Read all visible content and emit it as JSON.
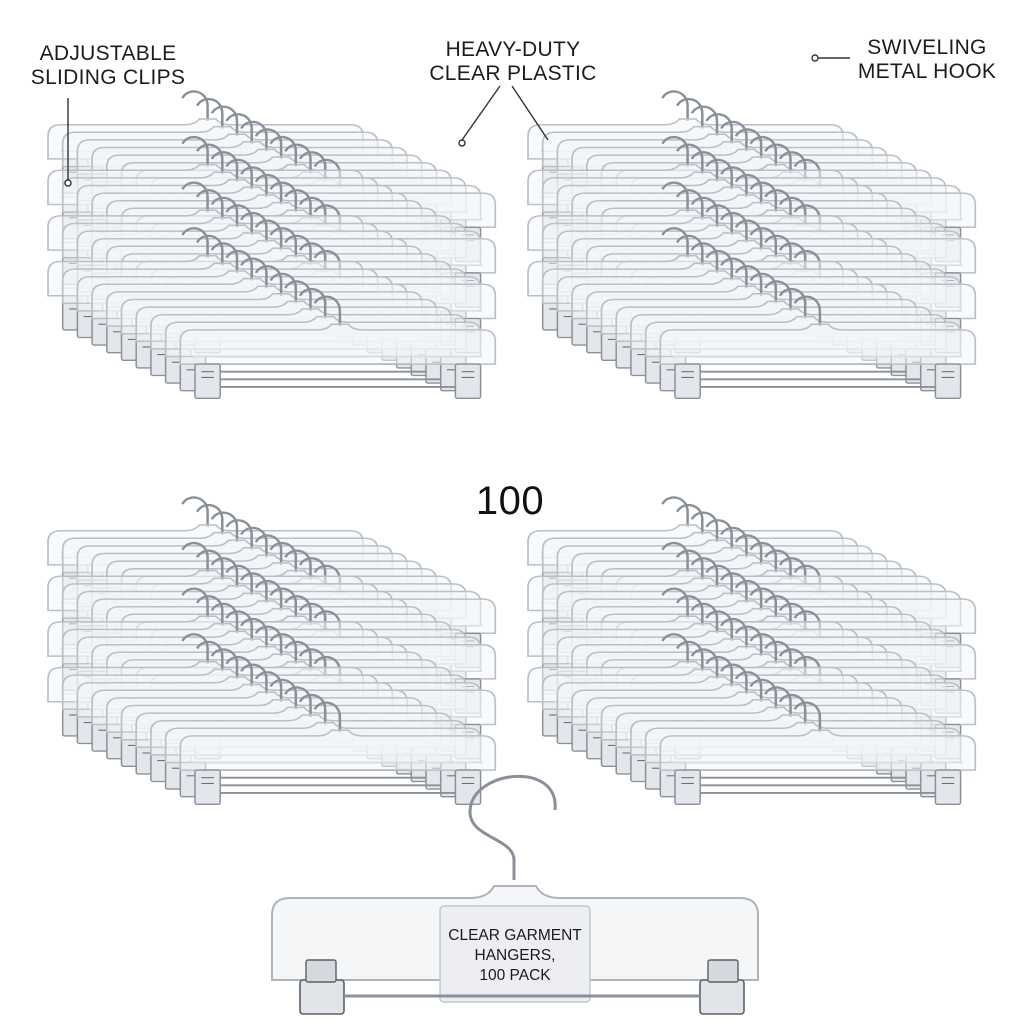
{
  "callouts": {
    "clips": [
      "ADJUSTABLE",
      "SLIDING CLIPS"
    ],
    "plastic": [
      "HEAVY-DUTY",
      "CLEAR PLASTIC"
    ],
    "hook": [
      "SWIVELING",
      "METAL HOOK"
    ]
  },
  "badge": {
    "count": "100"
  },
  "label": {
    "lines": [
      "CLEAR GARMENT",
      "HANGERS,",
      "100 PACK"
    ]
  },
  "colors": {
    "plastic_edge": "#b9bfc6",
    "plastic_fill": "#f3f5f7",
    "metal": "#8a9099",
    "metal_dark": "#5b6068",
    "callout_line": "#333333",
    "text": "#1c1c1c"
  },
  "icons": {
    "hanger": "clear-plastic-clip-hanger-icon",
    "hook": "swivel-hook-icon",
    "clip": "sliding-clip-icon"
  }
}
